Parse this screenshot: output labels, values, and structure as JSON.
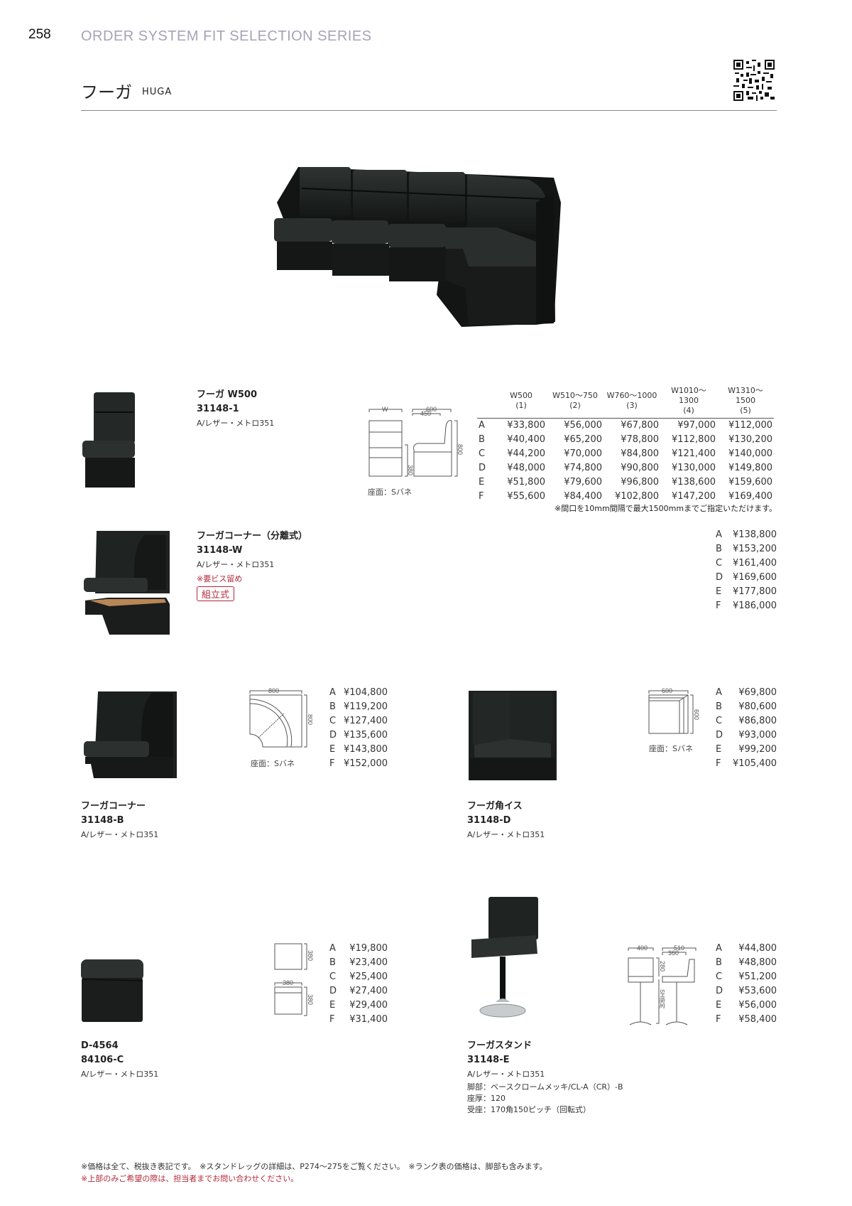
{
  "header": {
    "page_number": "258",
    "series_title": "ORDER SYSTEM FIT SELECTION SERIES",
    "title_jp": "フーガ",
    "title_en": "HUGA",
    "qr_icon": "qr-code"
  },
  "products": {
    "w500": {
      "name": "フーガ W500",
      "code": "31148-1",
      "material": "A/レザー・メトロ351",
      "seat": "座面：Sバネ",
      "dims": {
        "width": "W",
        "depth_total": "600",
        "depth_seat": "450",
        "seat_height": "380",
        "height": "800"
      },
      "table": {
        "headers": [
          {
            "size": "W500",
            "rank": "(1)"
          },
          {
            "size": "W510～750",
            "rank": "(2)"
          },
          {
            "size": "W760～1000",
            "rank": "(3)"
          },
          {
            "size": "W1010～1300",
            "rank": "(4)"
          },
          {
            "size": "W1310～1500",
            "rank": "(5)"
          }
        ],
        "rows": [
          {
            "rank": "A",
            "prices": [
              "¥33,800",
              "¥56,000",
              "¥67,800",
              "¥97,000",
              "¥112,000"
            ]
          },
          {
            "rank": "B",
            "prices": [
              "¥40,400",
              "¥65,200",
              "¥78,800",
              "¥112,800",
              "¥130,200"
            ]
          },
          {
            "rank": "C",
            "prices": [
              "¥44,200",
              "¥70,000",
              "¥84,800",
              "¥121,400",
              "¥140,000"
            ]
          },
          {
            "rank": "D",
            "prices": [
              "¥48,000",
              "¥74,800",
              "¥90,800",
              "¥130,000",
              "¥149,800"
            ]
          },
          {
            "rank": "E",
            "prices": [
              "¥51,800",
              "¥79,600",
              "¥96,800",
              "¥138,600",
              "¥159,600"
            ]
          },
          {
            "rank": "F",
            "prices": [
              "¥55,600",
              "¥84,400",
              "¥102,800",
              "¥147,200",
              "¥169,400"
            ]
          }
        ],
        "note": "※間口を10mm間隔で最大1500mmまでご指定いただけます。"
      }
    },
    "corner_w": {
      "name": "フーガコーナー（分離式）",
      "code": "31148-W",
      "material": "A/レザー・メトロ351",
      "note": "※要ビス留め",
      "badge": "組立式",
      "prices": [
        {
          "rank": "A",
          "price": "¥138,800"
        },
        {
          "rank": "B",
          "price": "¥153,200"
        },
        {
          "rank": "C",
          "price": "¥161,400"
        },
        {
          "rank": "D",
          "price": "¥169,600"
        },
        {
          "rank": "E",
          "price": "¥177,800"
        },
        {
          "rank": "F",
          "price": "¥186,000"
        }
      ]
    },
    "corner_b": {
      "name": "フーガコーナー",
      "code": "31148-B",
      "material": "A/レザー・メトロ351",
      "seat": "座面：Sバネ",
      "dims": {
        "width": "800",
        "depth": "800"
      },
      "prices": [
        {
          "rank": "A",
          "price": "¥104,800"
        },
        {
          "rank": "B",
          "price": "¥119,200"
        },
        {
          "rank": "C",
          "price": "¥127,400"
        },
        {
          "rank": "D",
          "price": "¥135,600"
        },
        {
          "rank": "E",
          "price": "¥143,800"
        },
        {
          "rank": "F",
          "price": "¥152,000"
        }
      ]
    },
    "kaku_d": {
      "name": "フーガ角イス",
      "code": "31148-D",
      "material": "A/レザー・メトロ351",
      "seat": "座面：Sバネ",
      "dims": {
        "width": "600",
        "depth": "600"
      },
      "prices": [
        {
          "rank": "A",
          "price": "¥69,800"
        },
        {
          "rank": "B",
          "price": "¥80,600"
        },
        {
          "rank": "C",
          "price": "¥86,800"
        },
        {
          "rank": "D",
          "price": "¥93,000"
        },
        {
          "rank": "E",
          "price": "¥99,200"
        },
        {
          "rank": "F",
          "price": "¥105,400"
        }
      ]
    },
    "stool_c": {
      "name": "D-4564",
      "code": "84106-C",
      "material": "A/レザー・メトロ351",
      "dims": {
        "width": "380",
        "depth": "380",
        "height": "380"
      },
      "prices": [
        {
          "rank": "A",
          "price": "¥19,800"
        },
        {
          "rank": "B",
          "price": "¥23,400"
        },
        {
          "rank": "C",
          "price": "¥25,400"
        },
        {
          "rank": "D",
          "price": "¥27,400"
        },
        {
          "rank": "E",
          "price": "¥29,400"
        },
        {
          "rank": "F",
          "price": "¥31,400"
        }
      ]
    },
    "stand_e": {
      "name": "フーガスタンド",
      "code": "31148-E",
      "material": "A/レザー・メトロ351",
      "spec_leg": "脚部：ベースクロームメッキ/CL-A（CR）-B",
      "spec_thickness": "座厚：120",
      "spec_mount": "受座：170角150ピッチ（回転式）",
      "dims": {
        "width": "400",
        "depth_total": "510",
        "depth_seat": "360",
        "back_height": "280",
        "sh": "SH指定"
      },
      "prices": [
        {
          "rank": "A",
          "price": "¥44,800"
        },
        {
          "rank": "B",
          "price": "¥48,800"
        },
        {
          "rank": "C",
          "price": "¥51,200"
        },
        {
          "rank": "D",
          "price": "¥53,600"
        },
        {
          "rank": "E",
          "price": "¥56,000"
        },
        {
          "rank": "F",
          "price": "¥58,400"
        }
      ]
    }
  },
  "footer": {
    "note1": "※価格は全て、税抜き表記です。　※スタンドレッグの詳細は、P274～275をご覧ください。　※ランク表の価格は、脚部も含みます。",
    "note2": "※上部のみご希望の際は、担当者までお問い合わせください。"
  },
  "colors": {
    "series_title": "#a4a3b8",
    "accent_red": "#b2283b",
    "leather": "#1c1f1e"
  }
}
